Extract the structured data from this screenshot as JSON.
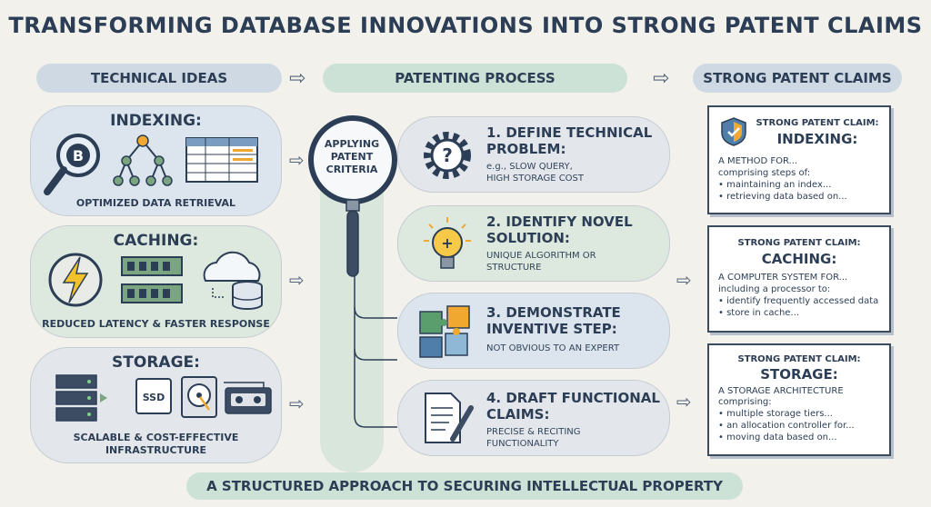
{
  "title": "TRANSFORMING DATABASE INNOVATIONS INTO STRONG PATENT CLAIMS",
  "headers": {
    "technical_ideas": "TECHNICAL IDEAS",
    "patenting_process": "PATENTING PROCESS",
    "strong_claims": "STRONG PATENT CLAIMS"
  },
  "ideas": [
    {
      "title": "INDEXING:",
      "caption": "OPTIMIZED DATA RETRIEVAL",
      "icons": [
        "magnifier-b-tree-icon",
        "tree-icon",
        "table-icon"
      ]
    },
    {
      "title": "CACHING:",
      "caption": "REDUCED LATENCY & FASTER RESPONSE",
      "icons": [
        "lightning-icon",
        "memory-chip-icon",
        "cloud-database-icon"
      ]
    },
    {
      "title": "STORAGE:",
      "caption_line1": "SCALABLE & COST-EFFECTIVE",
      "caption_line2": "INFRASTRUCTURE",
      "icons": [
        "server-icon",
        "ssd-icon",
        "hard-drive-icon",
        "tape-icon"
      ]
    }
  ],
  "magnifier_label": {
    "line1": "APPLYING",
    "line2": "PATENT",
    "line3": "CRITERIA"
  },
  "tree_letter": "B",
  "ssd_label": "SSD",
  "steps": [
    {
      "title1": "1. DEFINE TECHNICAL",
      "title2": "PROBLEM:",
      "desc1": "e.g., SLOW QUERY,",
      "desc2": "HIGH STORAGE COST"
    },
    {
      "title1": "2. IDENTIFY NOVEL",
      "title2": "SOLUTION:",
      "desc1": "UNIQUE ALGORITHM OR",
      "desc2": "STRUCTURE"
    },
    {
      "title1": "3. DEMONSTRATE",
      "title2": "INVENTIVE STEP:",
      "desc1": "NOT OBVIOUS TO AN EXPERT",
      "desc2": ""
    },
    {
      "title1": "4. DRAFT FUNCTIONAL",
      "title2": "CLAIMS:",
      "desc1": "PRECISE & RECITING",
      "desc2": "FUNCTIONALITY"
    }
  ],
  "claims": [
    {
      "head": "STRONG PATENT CLAIM:",
      "sub": "INDEXING:",
      "lines": [
        "A METHOD FOR...",
        "comprising steps of:",
        "•  maintaining an index...",
        "•  retrieving data based on..."
      ]
    },
    {
      "head": "STRONG PATENT CLAIM:",
      "sub": "CACHING:",
      "lines": [
        "A COMPUTER SYSTEM FOR...",
        "including a processor to:",
        "•  identify frequently accessed data",
        "•  store in cache..."
      ]
    },
    {
      "head": "STRONG PATENT CLAIM:",
      "sub": "STORAGE:",
      "lines": [
        "A STORAGE ARCHITECTURE",
        "comprising:",
        "•  multiple storage tiers...",
        "•  an allocation controller for...",
        "•  moving data based on..."
      ]
    }
  ],
  "footer": "A STRUCTURED APPROACH TO SECURING INTELLECTUAL PROPERTY",
  "colors": {
    "navy": "#2c3e55",
    "green_panel": "#dde9df",
    "blue_panel": "#dce5ee",
    "accent_orange": "#f0a830",
    "accent_yellow": "#f2c12e"
  }
}
